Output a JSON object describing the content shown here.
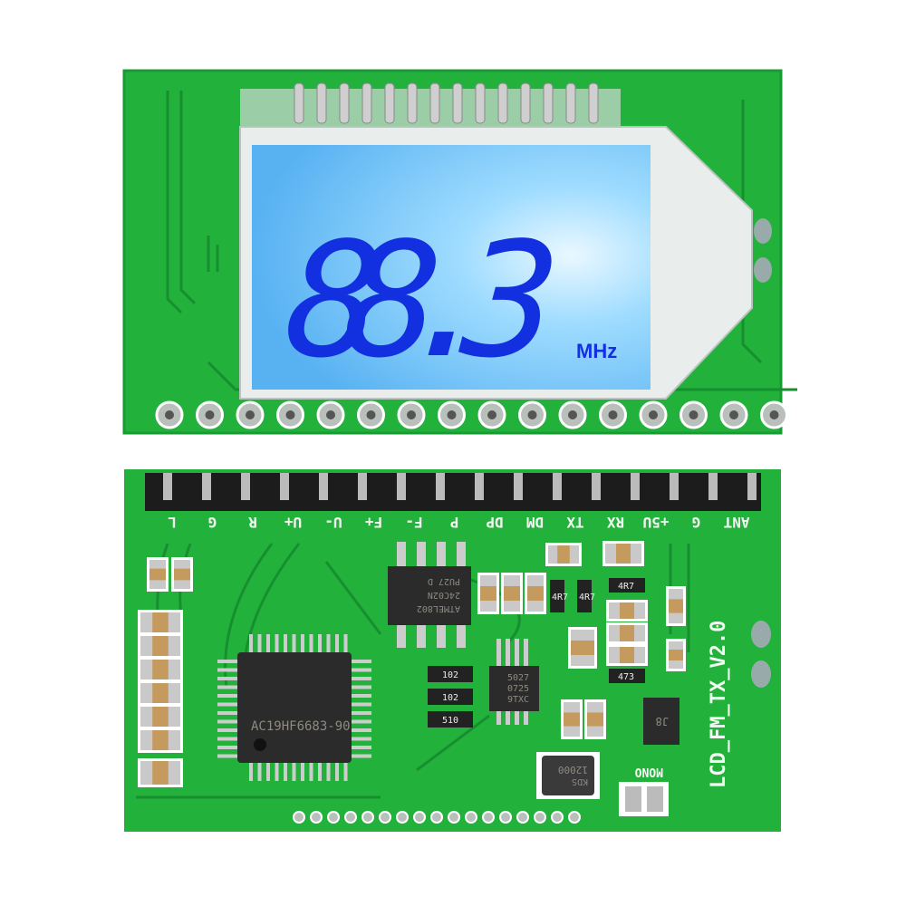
{
  "lcd": {
    "frequency": "88.3",
    "unit": "MHz"
  },
  "board_label": "LCD_FM_TX_V2.0",
  "pin_labels": [
    "L",
    "G",
    "R",
    "U+",
    "U-",
    "F+",
    "F-",
    "P",
    "DP",
    "DM",
    "TX",
    "RX",
    "+5U",
    "G",
    "ANT"
  ],
  "jumper_label": "MONO",
  "chips": {
    "mcu": "AC19HF6683-90",
    "eeprom": [
      "ATMEL802",
      "24C02N",
      "PU27 D"
    ],
    "transmitter": [
      "5027",
      "0725",
      "9TXC"
    ],
    "crystal": [
      "12000",
      "KDS"
    ],
    "transistor": "J8"
  },
  "resistor_codes": [
    "102",
    "102",
    "510",
    "4R7",
    "4R7",
    "4R7",
    "473"
  ],
  "colors": {
    "pcb": "#1fae3a",
    "lcd": "#6cc6ff",
    "segments": "#1230e0",
    "silkscreen": "#f4f8f2"
  }
}
